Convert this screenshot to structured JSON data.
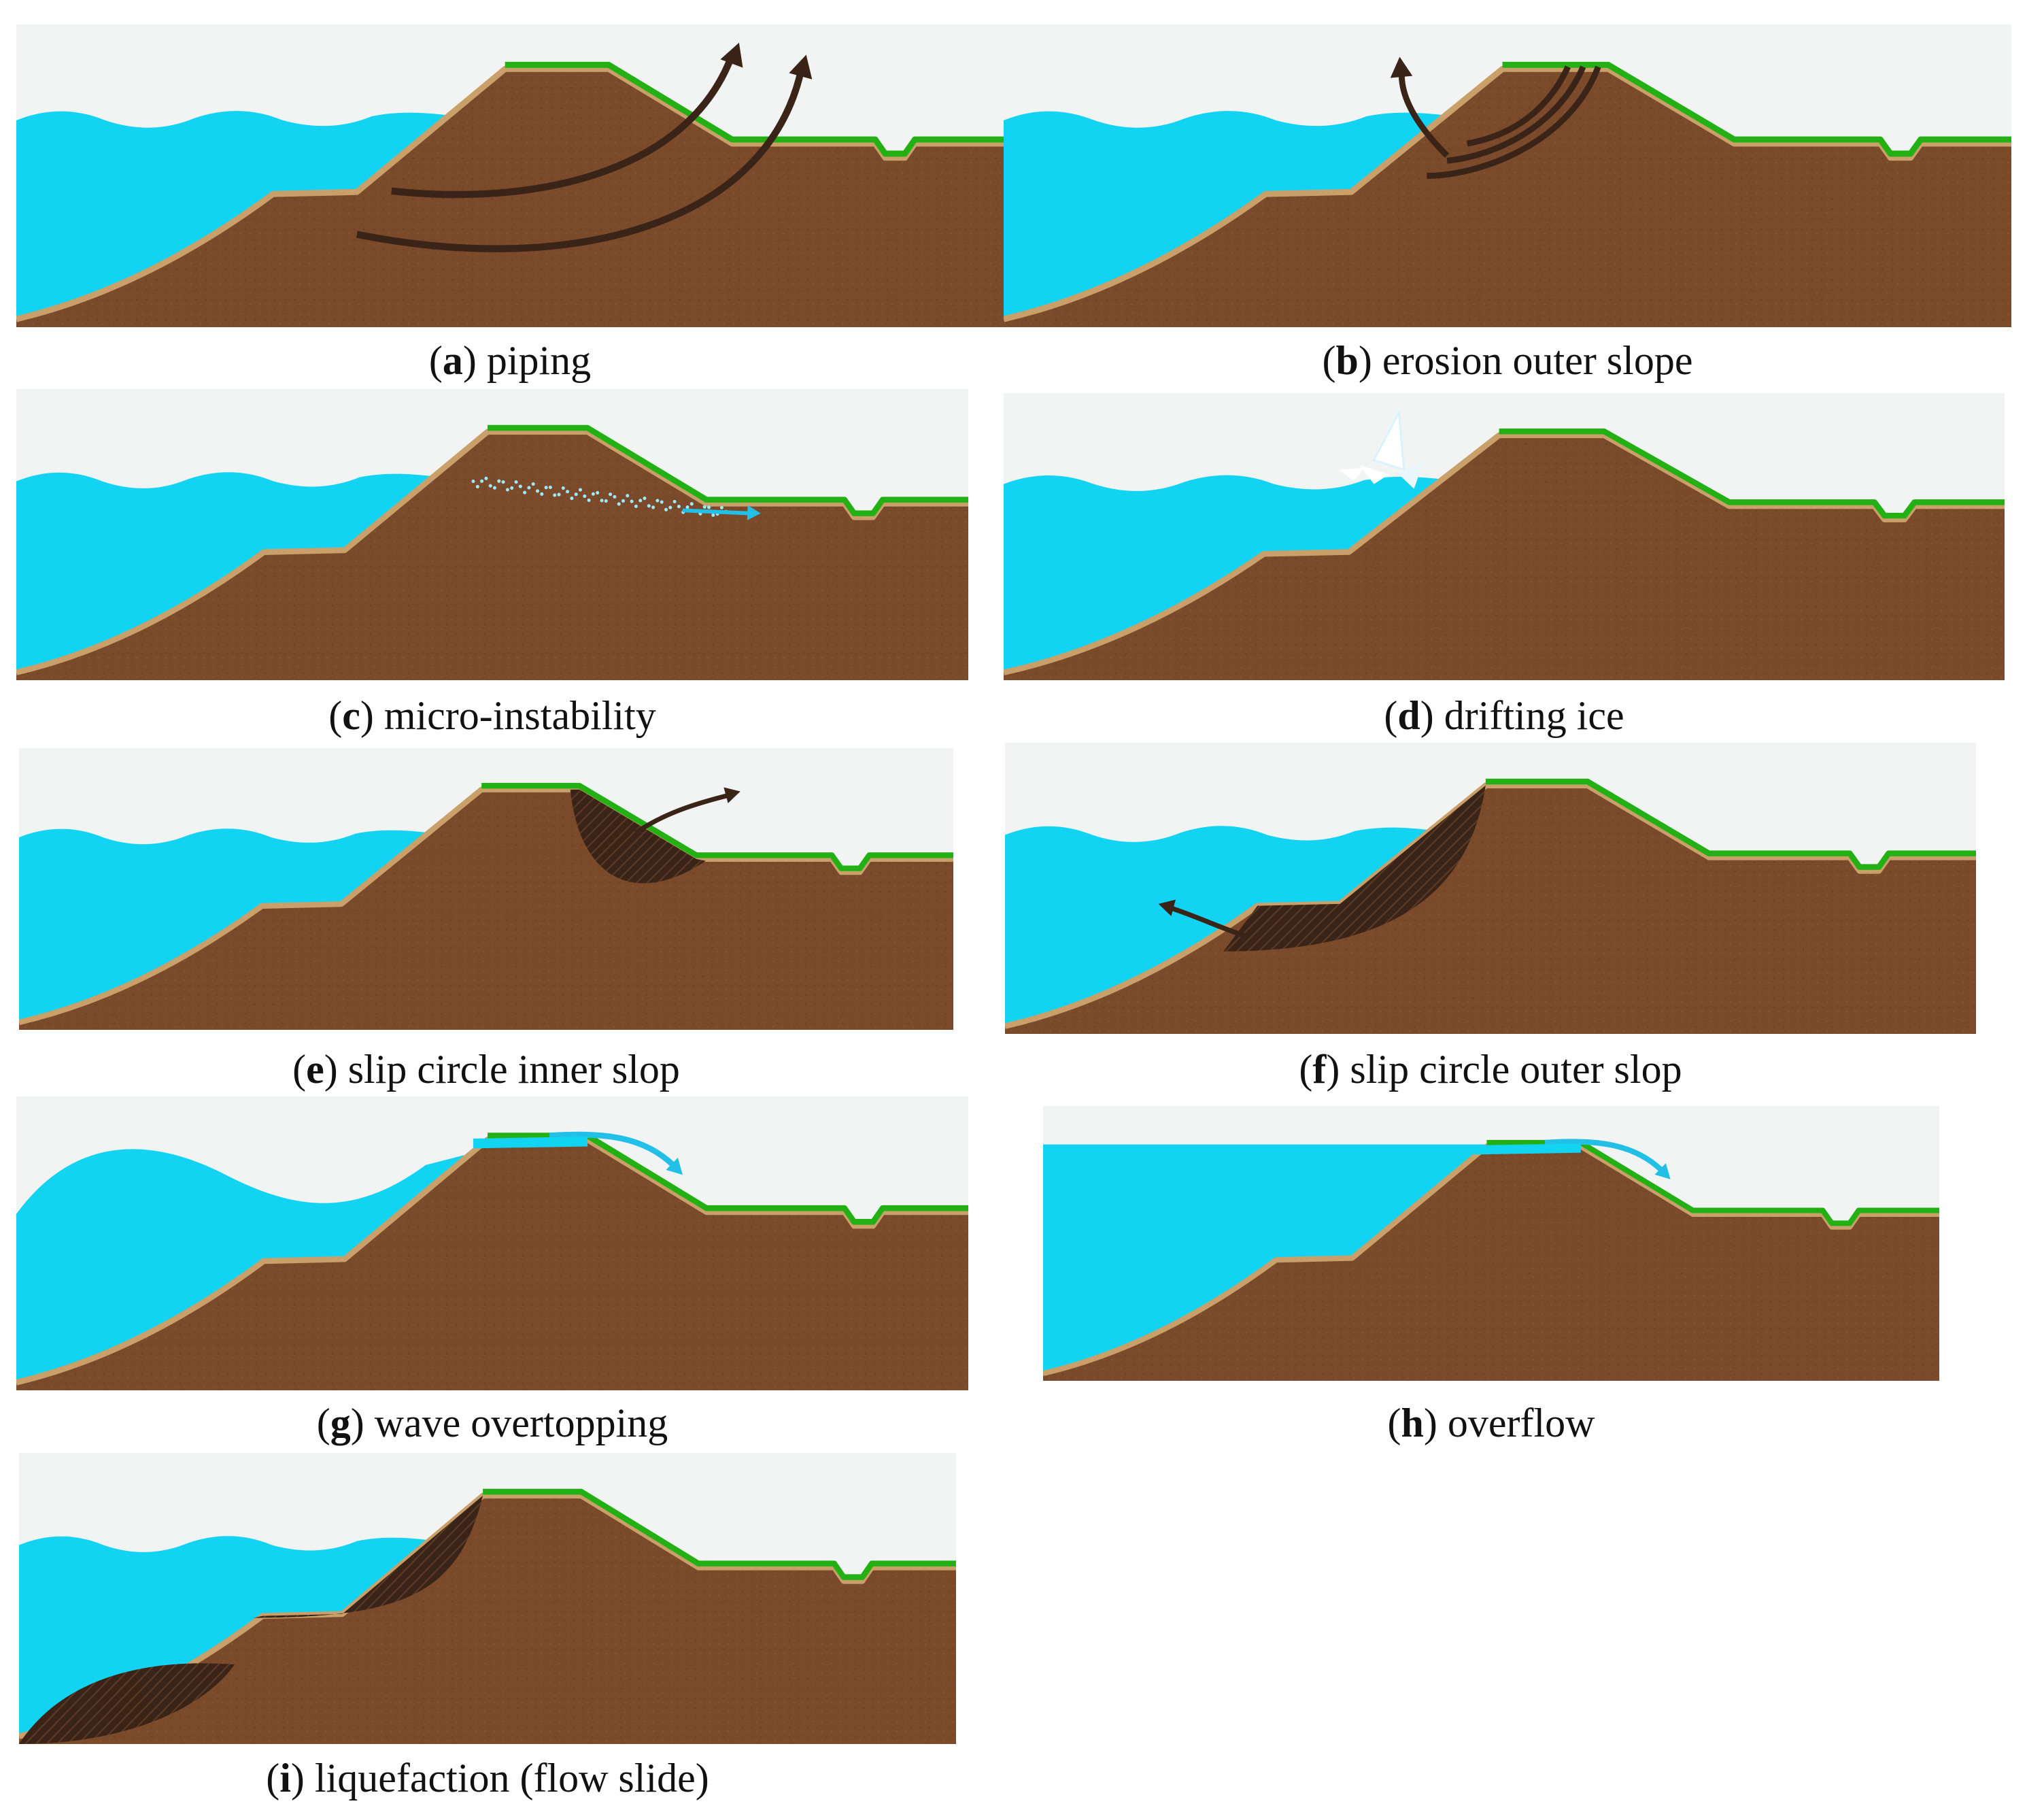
{
  "colors": {
    "sky": "#f2f3f3",
    "water": "#12d3f2",
    "soil": "#7a4a2b",
    "soil_edge": "#c9a06a",
    "grass": "#22b014",
    "dark": "#3a2417",
    "flow_arrow": "#22c0e6"
  },
  "panels": [
    {
      "id": "a",
      "letter": "a",
      "label": "piping",
      "scenario": "piping"
    },
    {
      "id": "b",
      "letter": "b",
      "label": "erosion outer slope",
      "scenario": "erosion"
    },
    {
      "id": "c",
      "letter": "c",
      "label": "micro-instability",
      "scenario": "micro"
    },
    {
      "id": "d",
      "letter": "d",
      "label": "drifting ice",
      "scenario": "ice"
    },
    {
      "id": "e",
      "letter": "e",
      "label": "slip circle inner slop",
      "scenario": "slip-inner"
    },
    {
      "id": "f",
      "letter": "f",
      "label": "slip circle outer slop",
      "scenario": "slip-outer"
    },
    {
      "id": "g",
      "letter": "g",
      "label": "wave overtopping",
      "scenario": "wave-overtop"
    },
    {
      "id": "h",
      "letter": "h",
      "label": "overflow",
      "scenario": "overflow"
    },
    {
      "id": "i",
      "letter": "i",
      "label": "liquefaction (flow slide)",
      "scenario": "liquefaction"
    }
  ]
}
